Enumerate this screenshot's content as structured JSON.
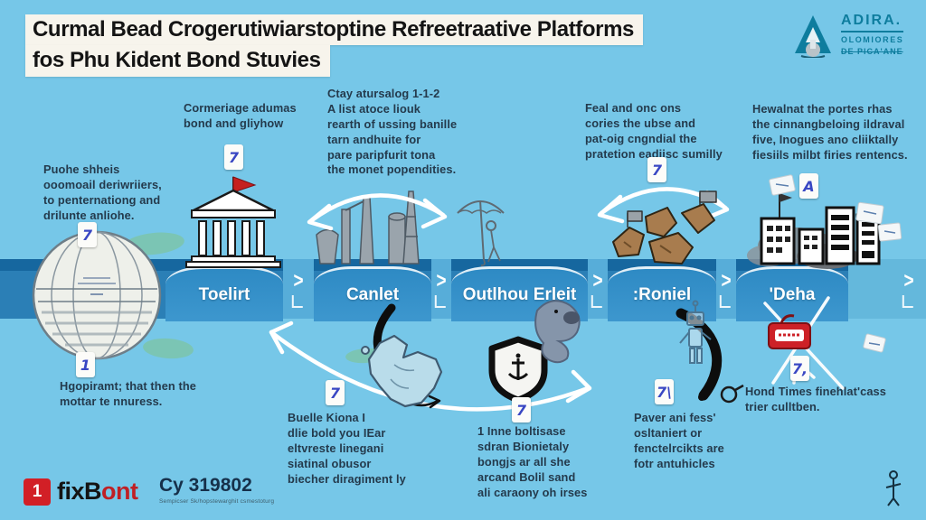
{
  "title": {
    "line1": "Curmal Bead Crogerutiwiarstoptine Refreetraative Platforms",
    "line2": "fos Phu Kident Bond Stuvies"
  },
  "brand": {
    "name": "ADIRA.",
    "sub1": "OLOMIORES",
    "sub2": "DE PICA'ANE"
  },
  "timeline": {
    "chevron": ">",
    "stages": [
      {
        "label": "Toelirt"
      },
      {
        "label": "Canlet"
      },
      {
        "label": "Outlhou Erleit"
      },
      {
        "label": ":Roniel"
      },
      {
        "label": "'Deha"
      }
    ]
  },
  "notes": {
    "top1": "Puohe shheis\nooomoail deriwriiers,\nto penternationg and\ndrilunte anliohe.",
    "top2": "Cormeriage adumas\nbond and gliyhow",
    "top3": "Ctay atursalog 1-1-2\nA list atoce liouk\nrearth of ussing banille\ntarn andhuite for\npare paripfurit tona\nthe monet popendities.",
    "top4": "Feal and onc ons\ncories the ubse and\npat-oig cngndial the\npratetion eadiisc sumilly",
    "top5": "Hewalnat the portes rhas\nthe cinnangbeloing ildraval\nfive, Inogues ano cliiktally\nfiesiils milbt firies rentencs.",
    "bottom1": "Hgopiramt; that then the\nmottar te nnuress.",
    "bottom2": "Buelle Kiona I\ndlie bold you IEar\neltvreste linegani\nsiatinal obusor\nbiecher diragiment ly",
    "bottom3": "1 Inne boltisase\nsdran Bionietaly\nbongjs ar all she\narcand Bolil sand\nali caraony oh irses",
    "bottom4": "Paver ani fess'\nosltaniert or\nfenctelrcikts are\nfotr antuhicles",
    "bottom5": "Hond Times finehlat'cass\ntrier culltben."
  },
  "badges": {
    "b1": "7",
    "b2": "7",
    "b3": "7",
    "b4": "A",
    "b5": "1",
    "b6": "7",
    "b7": "7",
    "b8": "7\\",
    "b9": "7,"
  },
  "footer": {
    "mark": "1",
    "logo_black": "fixB",
    "logo_red": "ont",
    "code": "Cy 319802",
    "caption": "Sempicser Sk/hopstewarghit csmestoturg"
  },
  "icons": {
    "globe": "sketched-globe",
    "bank": "classical-bank-building-with-red-flag",
    "factory": "industrial-towers",
    "umbrella_person": "figure-with-umbrella",
    "map_pieces": "torn-map-fragments-with-flags",
    "city": "city-skyline-with-smoke",
    "country_map": "country-map-outline",
    "shield": "shield-with-emblem",
    "manatee": "manatee-creature",
    "robot": "robot-sketch",
    "red_tag": "red-label-tag",
    "glasses": "glasses-sketch"
  },
  "colors": {
    "background": "#76c7e8",
    "band": "#2b7fb6",
    "band_dark": "#16679f",
    "panel": "#318cc6",
    "gap": "#57add9",
    "accent_red": "#d02026",
    "brand_teal": "#0e7d9e",
    "text": "#243a4c"
  }
}
